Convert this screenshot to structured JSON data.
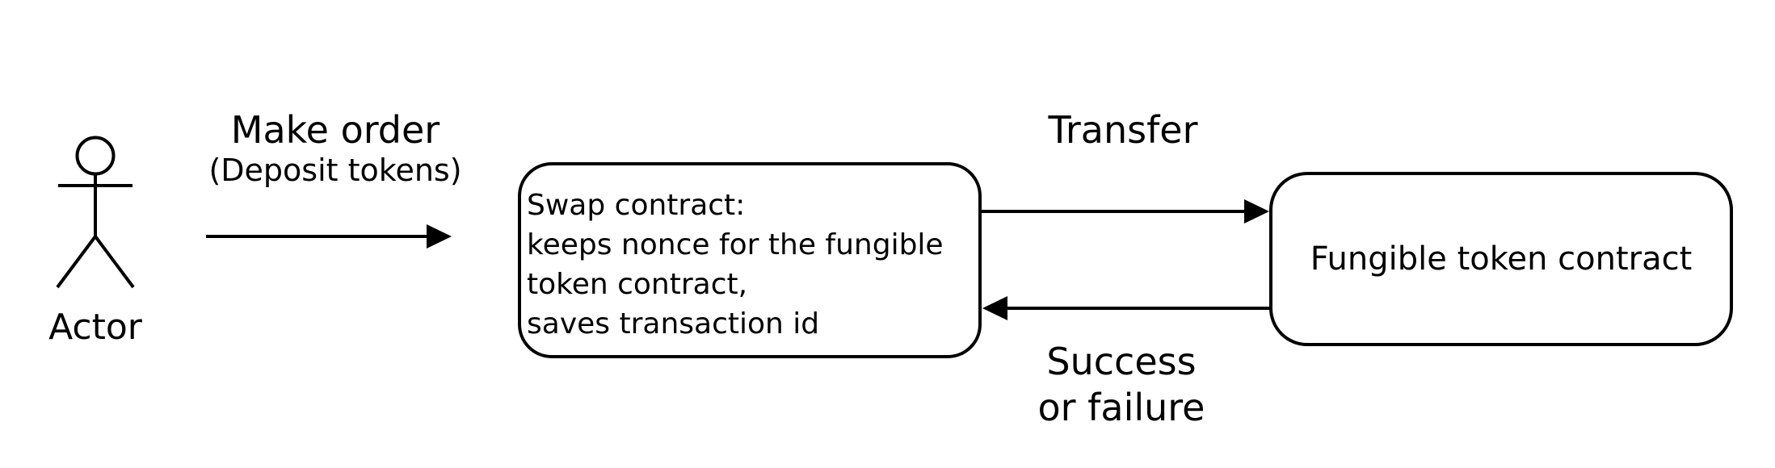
{
  "colors": {
    "ink": "#000000",
    "background": "#ffffff"
  },
  "actor": {
    "label": "Actor"
  },
  "edges": {
    "make_order": {
      "label": "Make order",
      "sublabel": "(Deposit tokens)"
    },
    "transfer": {
      "label": "Transfer"
    },
    "result": {
      "label_line1": "Success",
      "label_line2": "or failure"
    }
  },
  "nodes": {
    "swap_contract": {
      "lines": [
        "Swap contract:",
        "keeps nonce for the fungible",
        "token contract,",
        "saves transaction id"
      ]
    },
    "fungible_token": {
      "label": "Fungible token contract"
    }
  }
}
